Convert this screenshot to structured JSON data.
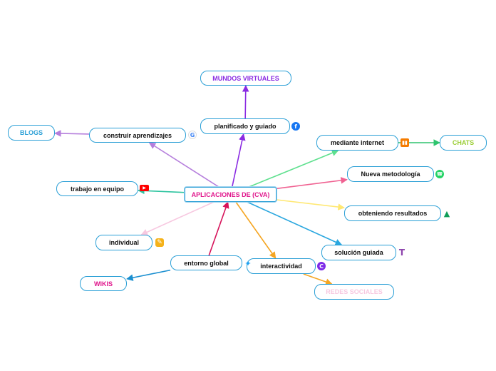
{
  "root": {
    "label": "APLICACIONES DE (CVA)",
    "color": "#e0168c"
  },
  "nodes": {
    "mundos_virtuales": {
      "label": "MUNDOS VIRTUALES",
      "color": "#8a2be2"
    },
    "planificado": {
      "label": "planificado y guiado",
      "color": "#111111"
    },
    "construir": {
      "label": "construir aprendizajes",
      "color": "#111111"
    },
    "blogs": {
      "label": "BLOGS",
      "color": "#2a9fd6"
    },
    "trabajo": {
      "label": "trabajo en equipo",
      "color": "#111111"
    },
    "individual": {
      "label": "individual",
      "color": "#111111"
    },
    "entorno": {
      "label": "entorno global",
      "color": "#111111"
    },
    "wikis": {
      "label": "WIKIS",
      "color": "#e0168c"
    },
    "interactividad": {
      "label": "interactividad",
      "color": "#111111"
    },
    "redes": {
      "label": "REDES SOCIALES",
      "color": "#f7c8e0"
    },
    "mediante": {
      "label": "mediante internet",
      "color": "#111111"
    },
    "chats": {
      "label": "CHATS",
      "color": "#9acd32"
    },
    "nueva": {
      "label": "Nueva metodología",
      "color": "#111111"
    },
    "obteniendo": {
      "label": "obteniendo resultados",
      "color": "#111111"
    },
    "solucion": {
      "label": "solución guiada",
      "color": "#111111"
    }
  },
  "icons": {
    "facebook": {
      "name": "facebook-icon",
      "color": "#1877f2"
    },
    "google": {
      "name": "google-icon",
      "color": "#4285f4"
    },
    "youtube": {
      "name": "youtube-icon",
      "color": "#ff0000"
    },
    "puzzle": {
      "name": "puzzle-icon",
      "color": "#f5b21a"
    },
    "twitter": {
      "name": "twitter-icon",
      "color": "#1da1f2"
    },
    "canva": {
      "name": "canva-icon",
      "color": "#7d2ae8"
    },
    "analytics": {
      "name": "analytics-icon",
      "color": "#f57c00"
    },
    "whatsapp": {
      "name": "whatsapp-icon",
      "color": "#25d366"
    },
    "drive": {
      "name": "google-drive-icon",
      "color": "#0f9d58"
    },
    "typography": {
      "name": "text-t-icon",
      "color": "#8e44ad"
    }
  },
  "links": [
    {
      "from": "root",
      "to": "planificado",
      "color": "#8a2be2"
    },
    {
      "from": "planificado",
      "to": "mundos_virtuales",
      "color": "#8a2be2"
    },
    {
      "from": "root",
      "to": "construir",
      "color": "#b57edc"
    },
    {
      "from": "construir",
      "to": "blogs",
      "color": "#b57edc"
    },
    {
      "from": "root",
      "to": "trabajo",
      "color": "#2ec4a0"
    },
    {
      "from": "root",
      "to": "individual",
      "color": "#f7c8e0"
    },
    {
      "from": "root",
      "to": "entorno",
      "color": "#d6135a",
      "reverse": true
    },
    {
      "from": "entorno",
      "to": "wikis",
      "color": "#1a8fd0"
    },
    {
      "from": "root",
      "to": "interactividad",
      "color": "#f5a623"
    },
    {
      "from": "interactividad",
      "to": "redes",
      "color": "#f5a623"
    },
    {
      "from": "root",
      "to": "mediante",
      "color": "#5ee08e"
    },
    {
      "from": "mediante",
      "to": "chats",
      "color": "#2ec46e"
    },
    {
      "from": "root",
      "to": "nueva",
      "color": "#f06292"
    },
    {
      "from": "root",
      "to": "obteniendo",
      "color": "#ffe873"
    },
    {
      "from": "root",
      "to": "solucion",
      "color": "#2aa7df"
    }
  ]
}
